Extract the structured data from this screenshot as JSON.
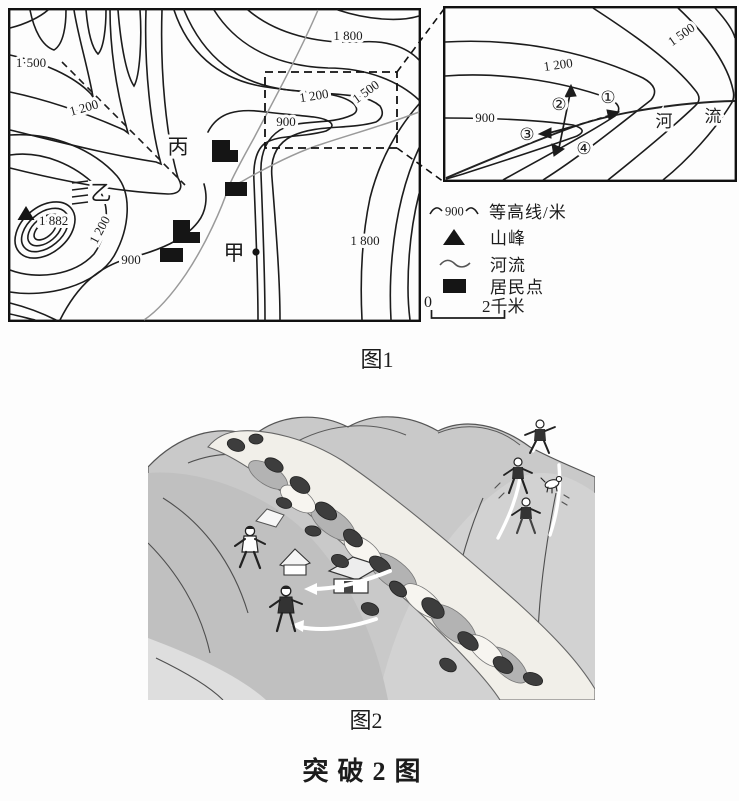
{
  "figure1": {
    "caption": "图1",
    "map": {
      "elevation_labels": [
        {
          "text": "1 800"
        },
        {
          "text": "1·500"
        },
        {
          "text": "1 200"
        },
        {
          "text": "1 500"
        },
        {
          "text": "1 200"
        },
        {
          "text": "900"
        },
        {
          "text": "900"
        },
        {
          "text": "1 200"
        },
        {
          "text": "1 800"
        }
      ],
      "peak_elevation": "1 882",
      "place_bing": "丙",
      "place_yi": "乙",
      "place_jia": "甲"
    },
    "inset": {
      "elevation_labels": [
        {
          "text": "1 500"
        },
        {
          "text": "1 200"
        },
        {
          "text": "900"
        }
      ],
      "river_chars": [
        "河",
        "流"
      ],
      "route_numbers": [
        "①",
        "②",
        "③",
        "④"
      ]
    },
    "legend": {
      "items": [
        {
          "value": "900",
          "label": "等高线/米"
        },
        {
          "label": "山峰"
        },
        {
          "label": "河流"
        },
        {
          "label": "居民点"
        }
      ],
      "scale_zero": "0",
      "scale_label": "2千米"
    }
  },
  "figure2": {
    "caption": "图2"
  },
  "page_caption": "突破2图",
  "colors": {
    "ink": "#1c1c1c",
    "river": "#9a9a9a",
    "paper": "#fdfdfd"
  }
}
